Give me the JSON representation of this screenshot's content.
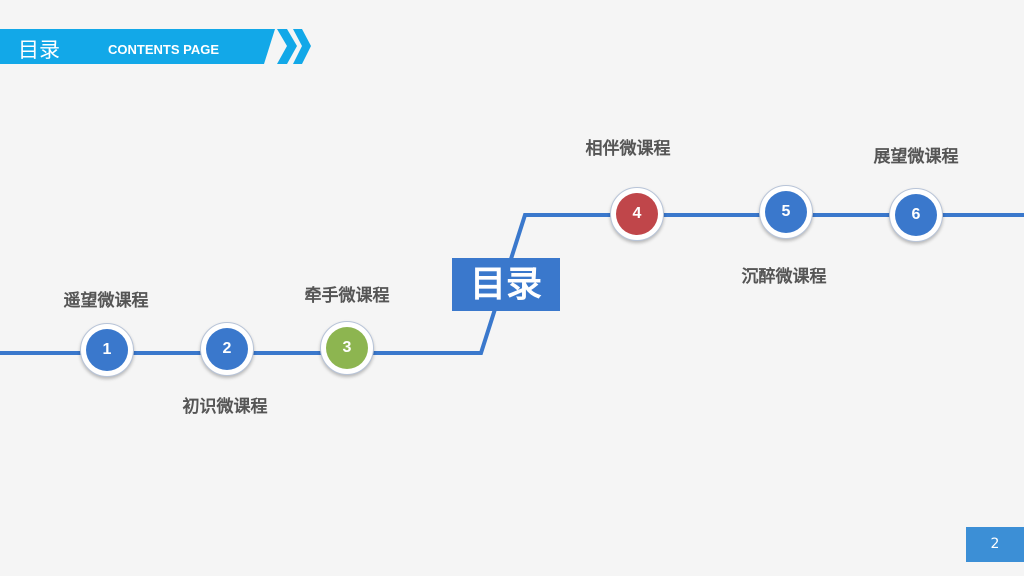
{
  "header": {
    "title": "目录",
    "subtitle": "CONTENTS PAGE"
  },
  "center_box": "目录",
  "colors": {
    "blue": "#3a78cc",
    "green": "#8db550",
    "red": "#c0464a",
    "header": "#12a8e8"
  },
  "nodes": [
    {
      "num": "1",
      "label": "遥望微课程"
    },
    {
      "num": "2",
      "label": "初识微课程"
    },
    {
      "num": "3",
      "label": "牵手微课程"
    },
    {
      "num": "4",
      "label": "相伴微课程"
    },
    {
      "num": "5",
      "label": "沉醉微课程"
    },
    {
      "num": "6",
      "label": "展望微课程"
    }
  ],
  "page_number": "2"
}
